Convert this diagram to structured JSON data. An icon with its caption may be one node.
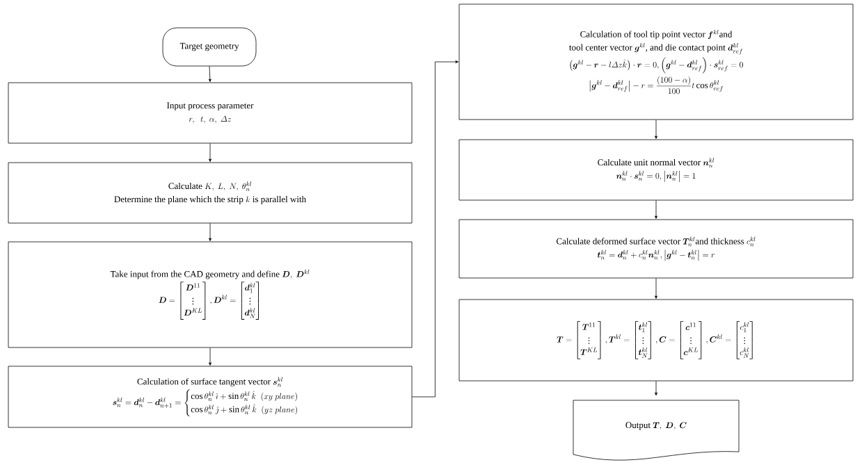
{
  "diagram": {
    "nodes": [
      {
        "text": [
          "Target geometry"
        ]
      },
      {
        "text": [
          "Input process parameter",
          "r,\\ \\ t,\\ \\alpha,\\ \\varDelta z"
        ]
      },
      {
        "text": [
          "\\text{Calculate }K,\\ L,\\ N,\\ \\theta_n^{kl}",
          "\\text{Determine the plane which the strip }k\\text{ is parallel with}"
        ]
      },
      {
        "text": [
          "\\text{Take input from the CAD geometry and define }\\boldsymbol{D},\\ \\boldsymbol{D}^{kl}",
          "\\boldsymbol{D}=\\begin{bmatrix}\\boldsymbol{D}^{11}\\\\ \\vdots\\\\ \\boldsymbol{D}^{KL}\\end{bmatrix}, \\boldsymbol{D}^{kl}=\\begin{bmatrix}\\boldsymbol{d}_1^{kl}\\\\ \\vdots\\\\ \\boldsymbol{d}_N^{kl}\\end{bmatrix}"
        ]
      },
      {
        "text": [
          "\\text{Calculation of surface tangent vector }\\boldsymbol{s}_n^{kl}",
          "\\boldsymbol{s}_n^{kl}=\\boldsymbol{d}_n^{kl}-\\boldsymbol{d}_{n+1}^{kl}=\\begin{cases}\\cos\\theta_n^{kl}\\,\\hat{\\imath}+\\sin\\theta_n^{kl}\\,\\hat{k}\\ \\ (xy\\ plane)\\\\ \\cos\\theta_n^{kl}\\,\\hat{\\jmath}+\\sin\\theta_n^{kl}\\,\\hat{k}\\ \\ (yz\\ plane)\\end{cases}"
        ]
      },
      {
        "text": [
          "\\text{Calculation of tool tip point vector }\\boldsymbol{f}^{kl}\\text{and}",
          "\\text{tool center vector }\\boldsymbol{g}^{kl}\\text{, and die contact point }\\boldsymbol{d}_{ref}^{kl}",
          "\\left(\\boldsymbol{g}^{kl}-\\boldsymbol{r}-l\\varDelta z\\hat{k}\\right)\\cdot\\boldsymbol{r}=0, \\left(\\boldsymbol{g}^{kl}-\\boldsymbol{d}_{ref}^{kl}\\right)\\cdot\\boldsymbol{s}_{ref}^{kl}=0",
          "\\left|\\boldsymbol{g}^{kl}-\\boldsymbol{d}_{ref}^{kl}\\right|-r=\\frac{(100-\\alpha)}{100}t\\cos\\theta_{ref}^{kl}"
        ]
      },
      {
        "text": [
          "\\text{Calculate unit normal vector }\\boldsymbol{n}_n^{kl}",
          "\\boldsymbol{n}_n^{kl}\\cdot\\boldsymbol{s}_n^{kl}=0, \\left|\\boldsymbol{n}_n^{kl}\\right|=1"
        ]
      },
      {
        "text": [
          "\\text{Calculate deformed surface vector }\\boldsymbol{T}_n^{kl}\\text{and thickness }c_n^{kl}",
          "\\boldsymbol{t}_n^{kl}=\\boldsymbol{d}_n^{kl}+c_n^{kl}\\boldsymbol{n}_n^{kl}, \\left|\\boldsymbol{g}^{kl}-\\boldsymbol{t}_n^{kl}\\right|=r"
        ]
      },
      {
        "text": [
          "\\boldsymbol{T}=\\begin{bmatrix}\\boldsymbol{T}^{11}\\\\ \\vdots\\\\ \\boldsymbol{T}^{KL}\\end{bmatrix}, \\boldsymbol{T}^{kl}=\\begin{bmatrix}\\boldsymbol{t}_1^{kl}\\\\ \\vdots\\\\ \\boldsymbol{t}_N^{kl}\\end{bmatrix}, \\boldsymbol{C}=\\begin{bmatrix}\\boldsymbol{c}^{11}\\\\ \\vdots\\\\ \\boldsymbol{c}^{KL}\\end{bmatrix}, \\boldsymbol{C}^{kl}=\\begin{bmatrix}c_1^{kl}\\\\ \\vdots\\\\ c_N^{kl}\\end{bmatrix}"
        ]
      },
      {
        "text": [
          "\\text{Output }\\boldsymbol{T},\\ \\boldsymbol{D},\\ \\boldsymbol{C}"
        ]
      }
    ],
    "edges": [
      {
        "from": 0,
        "to": 1,
        "arrow": "to"
      },
      {
        "from": 1,
        "to": 2,
        "arrow": "to"
      },
      {
        "from": 2,
        "to": 3,
        "arrow": "to"
      },
      {
        "from": 3,
        "to": 4,
        "arrow": "to"
      },
      {
        "from": 4,
        "to": 5,
        "arrow": "to"
      },
      {
        "from": 5,
        "to": 6,
        "arrow": "to"
      },
      {
        "from": 6,
        "to": 7,
        "arrow": "to"
      },
      {
        "from": 7,
        "to": 8,
        "arrow": "to"
      },
      {
        "from": 8,
        "to": 9,
        "arrow": "to"
      }
    ]
  }
}
